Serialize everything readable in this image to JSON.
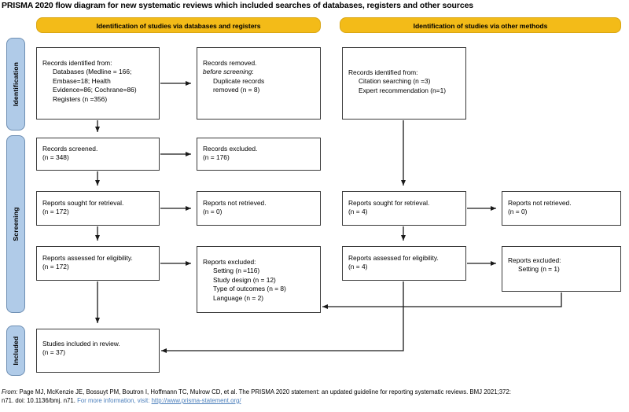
{
  "title": "PRISMA 2020 flow diagram for new systematic reviews which included searches of databases, registers and other sources",
  "colors": {
    "header_yellow": "#F3BB18",
    "stage_blue": "#B0CBE8",
    "box_border": "#3a3a3a",
    "link_blue": "#4A7EBB"
  },
  "column_headers": {
    "databases": "Identification of studies via databases and registers",
    "other": "Identification of studies via other methods"
  },
  "stages": {
    "identification": "Identification",
    "screening": "Screening",
    "included": "Included"
  },
  "boxes": {
    "records_identified": {
      "line1": "Records identified from:",
      "line2": "Databases (Medline = 166;",
      "line3": "Embase=18; Health",
      "line4": "Evidence=86; Cochrane=86)",
      "line5": "Registers (n =356)"
    },
    "records_removed": {
      "line1": "Records removed.",
      "line2": "before screening",
      "line2_suffix": ":",
      "line3": "Duplicate records",
      "line4": "removed (n = 8)"
    },
    "records_identified_other": {
      "line1": "Records identified from:",
      "line2": "Citation searching (n =3)",
      "line3": "Expert recommendation (n=1)"
    },
    "records_screened": {
      "line1": "Records screened.",
      "line2": "(n = 348)"
    },
    "records_excluded": {
      "line1": "Records excluded.",
      "line2": "(n = 176)"
    },
    "reports_sought": {
      "line1": "Reports sought for retrieval.",
      "line2": "(n = 172)"
    },
    "reports_not_retrieved": {
      "line1": "Reports not retrieved.",
      "line2": "(n = 0)"
    },
    "reports_sought_other": {
      "line1": "Reports sought for retrieval.",
      "line2": "(n = 4)"
    },
    "reports_not_retrieved_other": {
      "line1": "Reports not retrieved.",
      "line2": "(n = 0)"
    },
    "reports_assessed": {
      "line1": "Reports assessed for eligibility.",
      "line2": "(n = 172)"
    },
    "reports_excluded": {
      "line1": "Reports excluded:",
      "line2": "Setting (n =116)",
      "line3": "Study design (n = 12)",
      "line4": "Type of outcomes (n = 8)",
      "line5": "Language (n = 2)"
    },
    "reports_assessed_other": {
      "line1": "Reports assessed for eligibility.",
      "line2": "(n = 4)"
    },
    "reports_excluded_other": {
      "line1": "Reports excluded:",
      "line2": "Setting (n = 1)"
    },
    "studies_included": {
      "line1": "Studies included in review.",
      "line2": "(n = 37)"
    }
  },
  "footer": {
    "from_label": "From:",
    "citation": "Page MJ, McKenzie JE, Bossuyt PM, Boutron I, Hoffmann TC, Mulrow CD, et al. The PRISMA 2020 statement: an updated guideline for reporting systematic reviews. BMJ 2021;372:",
    "doi": "n71. doi: 10.1136/bmj. n71.",
    "more_info": "For more information, visit:",
    "url": "http://www.prisma-statement.org/"
  }
}
